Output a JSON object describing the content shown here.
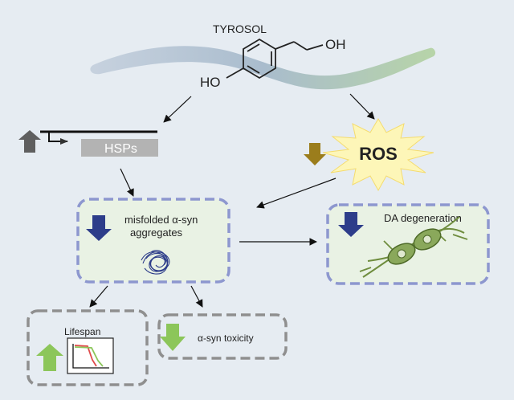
{
  "title": "TYROSOL",
  "molecule": {
    "oh_top": "OH",
    "ho_left": "HO"
  },
  "hsps_label": "HSPs",
  "ros_label": "ROS",
  "aggregates": {
    "line1": "misfolded α-syn",
    "line2": "aggregates"
  },
  "da_label": "DA degeneration",
  "lifespan_label": "Lifespan",
  "toxicity_label": "α-syn toxicity",
  "colors": {
    "background": "#e6ecf2",
    "arrow_up_gray": "#5f5f5f",
    "arrow_down_brown": "#9b7d1c",
    "arrow_down_navy": "#2d3d8a",
    "arrow_green": "#8cc65a",
    "box_blue_dash": "#8d97cf",
    "box_gray_dash": "#8f8f8f",
    "ros_burst": "#fdf6b8",
    "hsps_bar": "#b3b3b3",
    "neuron": "#8aa85b"
  },
  "icons": [
    "worm-icon",
    "tyrosol-molecule-icon",
    "aggregate-tangle-icon",
    "neurons-icon",
    "survival-curve-icon"
  ]
}
